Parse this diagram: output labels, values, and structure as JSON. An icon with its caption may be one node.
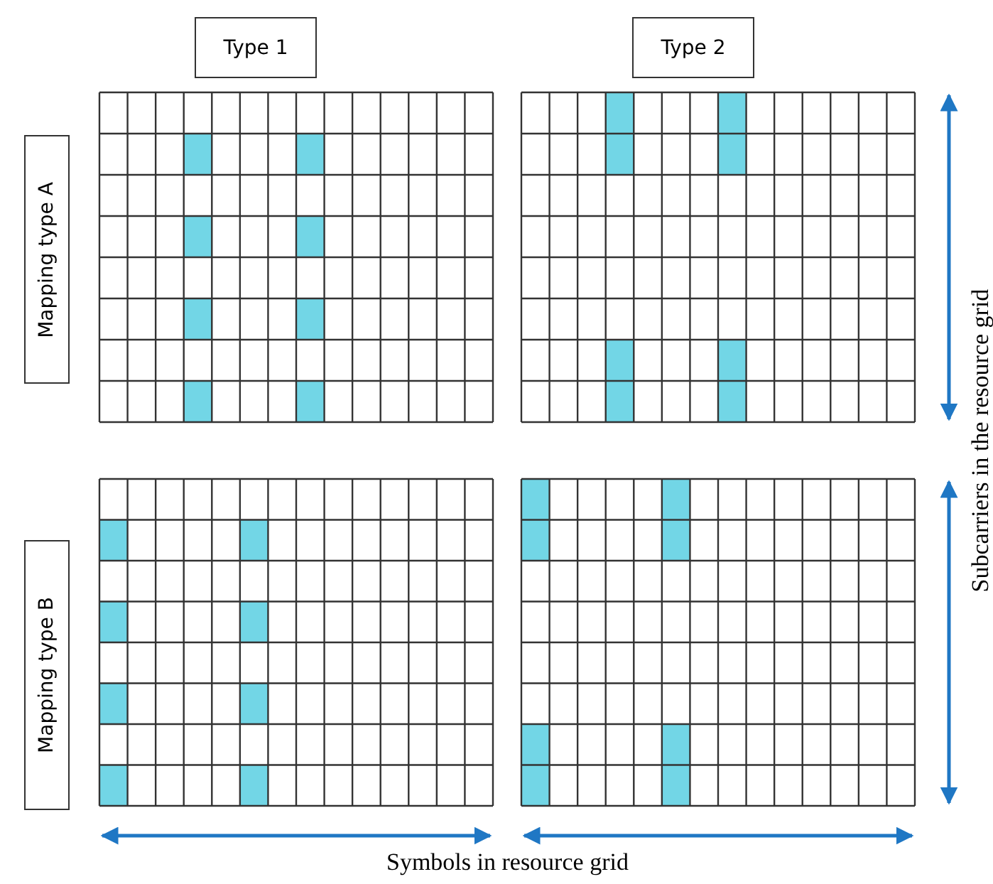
{
  "diagram": {
    "nodes": [
      {
        "text": [
          "Type 1"
        ]
      },
      {
        "text": [
          "Type 2"
        ]
      },
      {
        "text": [
          "Mapping type A"
        ]
      },
      {
        "text": [
          "Mapping type B"
        ]
      }
    ],
    "labels": [
      "Subcarriers in the resource grid",
      "Symbols in resource grid"
    ]
  }
}
